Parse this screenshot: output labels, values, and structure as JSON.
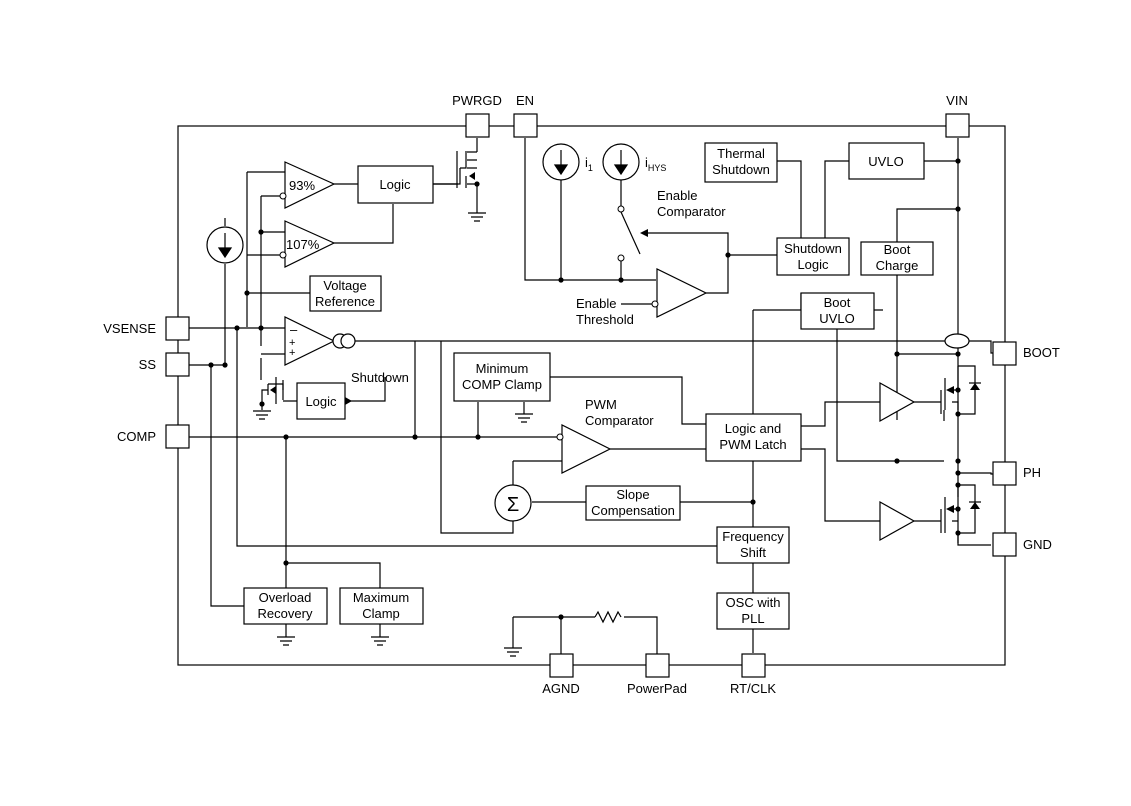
{
  "pins": {
    "pwrgd": "PWRGD",
    "en": "EN",
    "vin": "VIN",
    "vsense": "VSENSE",
    "ss": "SS",
    "comp": "COMP",
    "boot": "BOOT",
    "ph": "PH",
    "gnd": "GND",
    "agnd": "AGND",
    "powerpad": "PowerPad",
    "rtclk": "RT/CLK"
  },
  "blocks": {
    "logic_pg": "Logic",
    "thermal_1": "Thermal",
    "thermal_2": "Shutdown",
    "uvlo": "UVLO",
    "shutdown_logic_1": "Shutdown",
    "shutdown_logic_2": "Logic",
    "boot_charge_1": "Boot",
    "boot_charge_2": "Charge",
    "vref_1": "Voltage",
    "vref_2": "Reference",
    "boot_uvlo_1": "Boot",
    "boot_uvlo_2": "UVLO",
    "min_comp_1": "Minimum",
    "min_comp_2": "COMP Clamp",
    "logic_ss": "Logic",
    "logic_pwm_1": "Logic and",
    "logic_pwm_2": "PWM Latch",
    "slope_1": "Slope",
    "slope_2": "Compensation",
    "freq_1": "Frequency",
    "freq_2": "Shift",
    "overload_1": "Overload",
    "overload_2": "Recovery",
    "maxclamp_1": "Maximum",
    "maxclamp_2": "Clamp",
    "osc_1": "OSC with",
    "osc_2": "PLL"
  },
  "labels": {
    "comp93": "93%",
    "comp107": "107%",
    "i1": "i",
    "i1_sub": "1",
    "ihys": "i",
    "ihys_sub": "HYS",
    "enable_comp_1": "Enable",
    "enable_comp_2": "Comparator",
    "enable_thr_1": "Enable",
    "enable_thr_2": "Threshold",
    "shutdown": "Shutdown",
    "pwm_comp_1": "PWM",
    "pwm_comp_2": "Comparator",
    "sigma": "Σ",
    "ea_minus": "–",
    "ea_plus1": "+",
    "ea_plus2": "+"
  }
}
